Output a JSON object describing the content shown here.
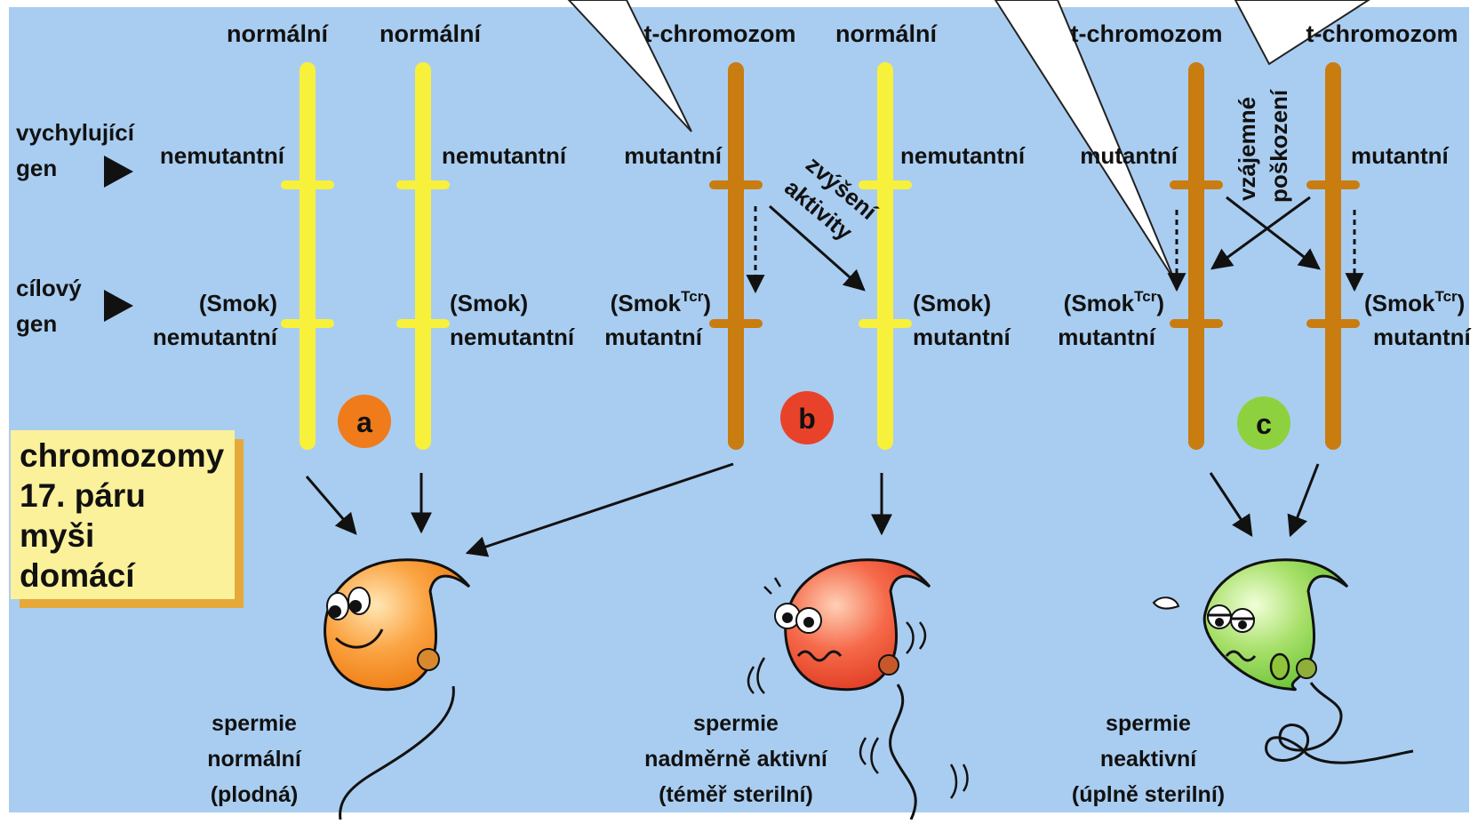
{
  "colors": {
    "background": "#a9cdf0",
    "normal_chromosome": "#f8f13b",
    "t_chromosome": "#c97c10",
    "badge_a": "#f07b1a",
    "badge_b": "#e8432a",
    "badge_c": "#8ed13e",
    "note_box": "#fbf19a",
    "note_box_shadow": "#e5a93a"
  },
  "headers": {
    "col1": "normální",
    "col2": "normální",
    "col3": "t-chromozom",
    "col4": "normální",
    "col5": "t-chromozom",
    "col6": "t-chromozom"
  },
  "row_labels": {
    "distorter_line1": "vychylující",
    "distorter_line2": "gen",
    "target_line1": "cílový",
    "target_line2": "gen"
  },
  "distorter_states": {
    "col1": "nemutantní",
    "col2": "nemutantní",
    "col3": "mutantní",
    "col4": "nemutantní",
    "col5": "mutantní",
    "col6": "mutantní"
  },
  "target_names": {
    "normal": "(Smok)",
    "mutant_base": "(Smok",
    "mutant_sup": "Tcr",
    "mutant_close": ")"
  },
  "target_states": {
    "col1": "nemutantní",
    "col2": "nemutantní",
    "col3": "mutantní",
    "col4": "mutantní",
    "col5": "mutantní",
    "col6": "mutantní"
  },
  "annotations": {
    "increase_line1": "zvýšení",
    "increase_line2": "aktivity",
    "mutual_line1": "vzájemné",
    "mutual_line2": "poškození"
  },
  "badges": {
    "a": "a",
    "b": "b",
    "c": "c"
  },
  "note_box": {
    "line1": "chromozomy",
    "line2": "17. páru",
    "line3": "myši",
    "line4": "domácí"
  },
  "captions": {
    "a_line1": "spermie",
    "a_line2": "normální",
    "a_line3": "(plodná)",
    "b_line1": "spermie",
    "b_line2": "nadměrně aktivní",
    "b_line3": "(téměř sterilní)",
    "c_line1": "spermie",
    "c_line2": "neaktivní",
    "c_line3": "(úplně sterilní)"
  },
  "icons": {
    "row_marker": "triangle-right-icon",
    "sperm_a": "happy-sperm-icon",
    "sperm_b": "stressed-sperm-icon",
    "sperm_c": "exhausted-sperm-icon"
  }
}
